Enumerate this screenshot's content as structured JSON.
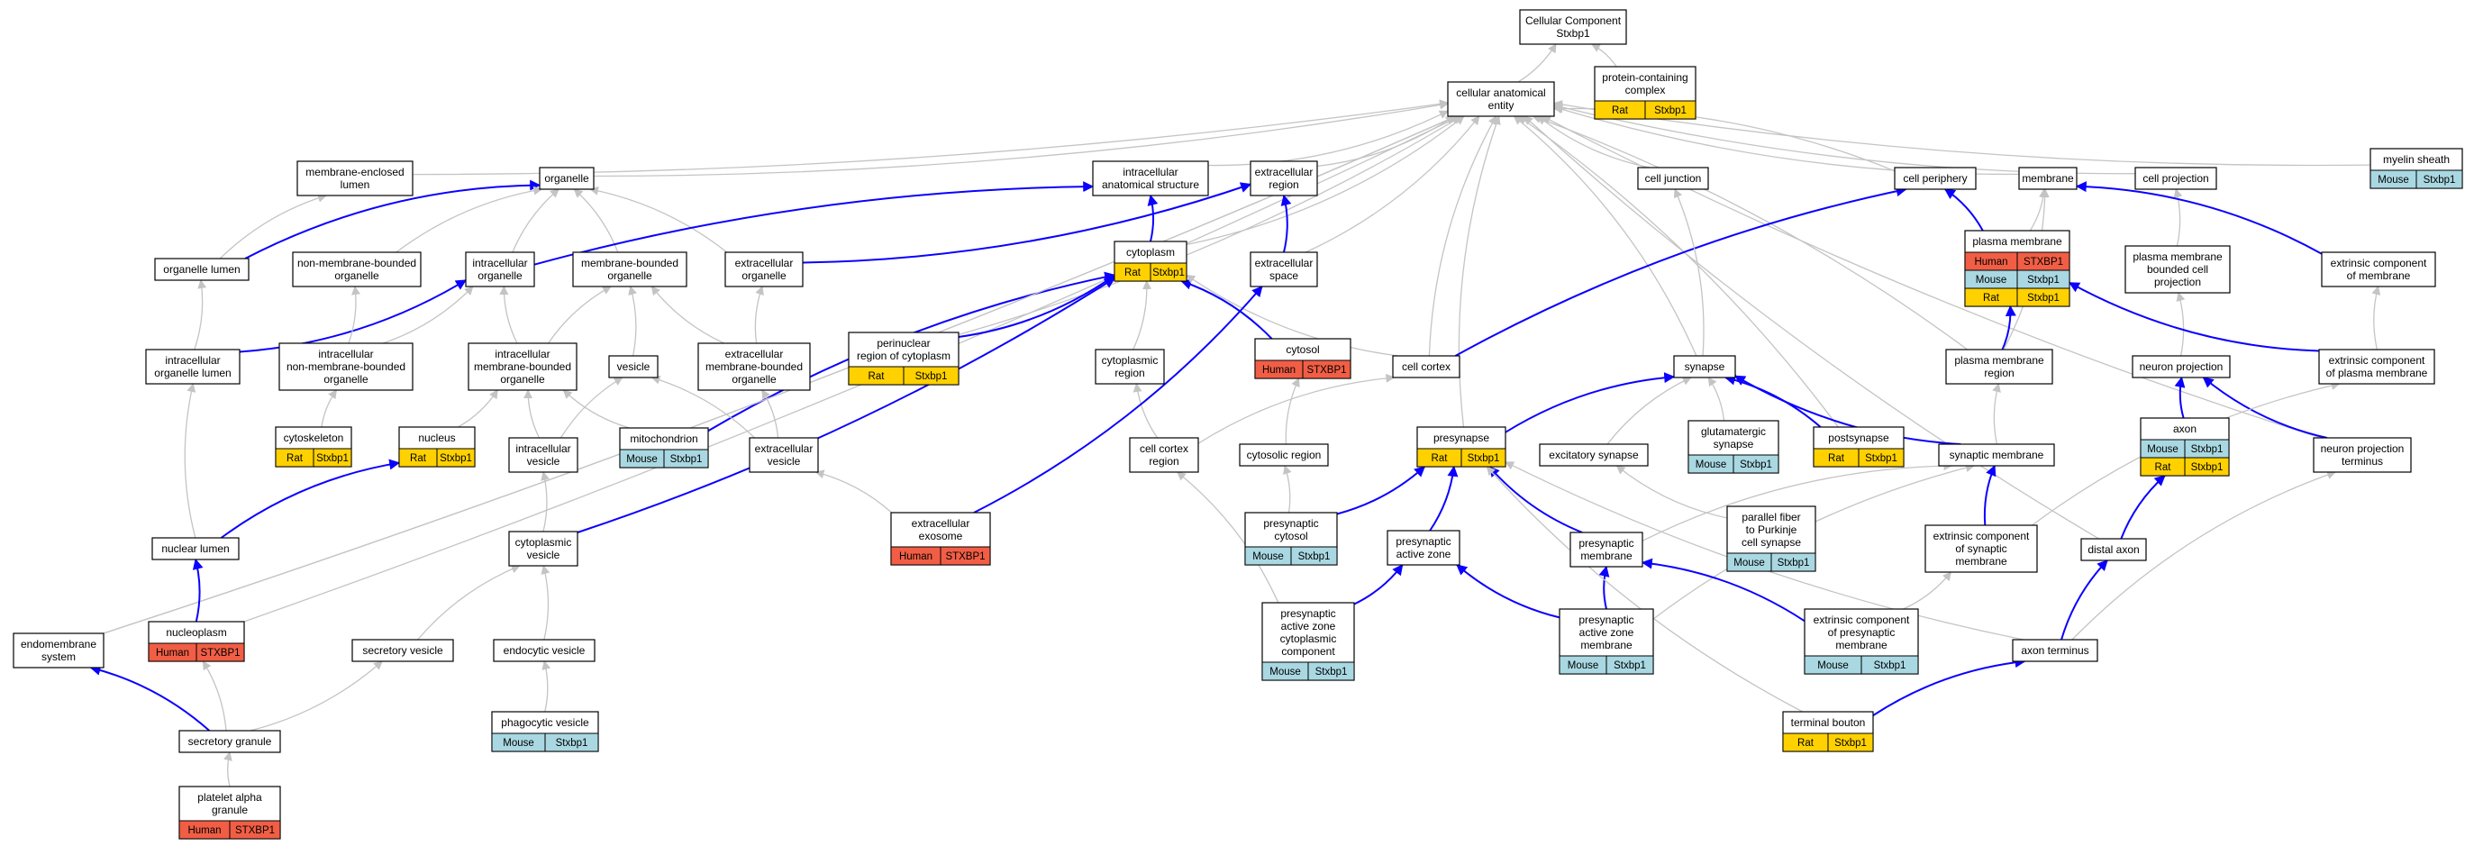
{
  "colors": {
    "human": "#f15e45",
    "mouse": "#a9d8e2",
    "rat": "#ffd100",
    "edge_isa": "#c4c4c4",
    "edge_partof": "#0a00ff"
  },
  "nodes": [
    {
      "id": "cc_root",
      "lines": [
        "Cellular Component",
        "Stxbp1"
      ]
    },
    {
      "id": "pcc",
      "lines": [
        "protein-containing",
        "complex"
      ],
      "annots": [
        {
          "sp": "Rat",
          "gene": "Stxbp1"
        }
      ]
    },
    {
      "id": "cae",
      "lines": [
        "cellular anatomical",
        "entity"
      ]
    },
    {
      "id": "mel",
      "lines": [
        "membrane-enclosed",
        "lumen"
      ]
    },
    {
      "id": "organelle",
      "lines": [
        "organelle"
      ]
    },
    {
      "id": "ias",
      "lines": [
        "intracellular",
        "anatomical structure"
      ]
    },
    {
      "id": "exreg",
      "lines": [
        "extracellular",
        "region"
      ]
    },
    {
      "id": "celljunc",
      "lines": [
        "cell junction"
      ]
    },
    {
      "id": "cellper",
      "lines": [
        "cell periphery"
      ]
    },
    {
      "id": "membrane",
      "lines": [
        "membrane"
      ]
    },
    {
      "id": "cellproj",
      "lines": [
        "cell projection"
      ]
    },
    {
      "id": "myelin",
      "lines": [
        "myelin sheath"
      ],
      "annots": [
        {
          "sp": "Mouse",
          "gene": "Stxbp1"
        }
      ]
    },
    {
      "id": "orglumen",
      "lines": [
        "organelle lumen"
      ]
    },
    {
      "id": "nmbo",
      "lines": [
        "non-membrane-bounded",
        "organelle"
      ]
    },
    {
      "id": "intorg",
      "lines": [
        "intracellular",
        "organelle"
      ]
    },
    {
      "id": "mbo",
      "lines": [
        "membrane-bounded",
        "organelle"
      ]
    },
    {
      "id": "exorg",
      "lines": [
        "extracellular",
        "organelle"
      ]
    },
    {
      "id": "cytoplasm",
      "lines": [
        "cytoplasm"
      ],
      "annots": [
        {
          "sp": "Rat",
          "gene": "Stxbp1"
        }
      ]
    },
    {
      "id": "exspace",
      "lines": [
        "extracellular",
        "space"
      ]
    },
    {
      "id": "plasmamem",
      "lines": [
        "plasma membrane"
      ],
      "annots": [
        {
          "sp": "Human",
          "gene": "STXBP1"
        },
        {
          "sp": "Mouse",
          "gene": "Stxbp1"
        },
        {
          "sp": "Rat",
          "gene": "Stxbp1"
        }
      ]
    },
    {
      "id": "pmbcp",
      "lines": [
        "plasma membrane",
        "bounded cell",
        "projection"
      ]
    },
    {
      "id": "ecm",
      "lines": [
        "extrinsic component",
        "of membrane"
      ]
    },
    {
      "id": "iol",
      "lines": [
        "intracellular",
        "organelle lumen"
      ]
    },
    {
      "id": "inmbo",
      "lines": [
        "intracellular",
        "non-membrane-bounded",
        "organelle"
      ]
    },
    {
      "id": "imbo",
      "lines": [
        "intracellular",
        "membrane-bounded",
        "organelle"
      ]
    },
    {
      "id": "vesicle",
      "lines": [
        "vesicle"
      ]
    },
    {
      "id": "embo",
      "lines": [
        "extracellular",
        "membrane-bounded",
        "organelle"
      ]
    },
    {
      "id": "perinuc",
      "lines": [
        "perinuclear",
        "region of cytoplasm"
      ],
      "annots": [
        {
          "sp": "Rat",
          "gene": "Stxbp1"
        }
      ]
    },
    {
      "id": "cytoreg",
      "lines": [
        "cytoplasmic",
        "region"
      ]
    },
    {
      "id": "cytosol",
      "lines": [
        "cytosol"
      ],
      "annots": [
        {
          "sp": "Human",
          "gene": "STXBP1"
        }
      ]
    },
    {
      "id": "cellcortex",
      "lines": [
        "cell cortex"
      ]
    },
    {
      "id": "synapse",
      "lines": [
        "synapse"
      ]
    },
    {
      "id": "pmreg",
      "lines": [
        "plasma membrane",
        "region"
      ]
    },
    {
      "id": "neuproj",
      "lines": [
        "neuron projection"
      ]
    },
    {
      "id": "ecpm",
      "lines": [
        "extrinsic component",
        "of plasma membrane"
      ]
    },
    {
      "id": "cytoskel",
      "lines": [
        "cytoskeleton"
      ],
      "annots": [
        {
          "sp": "Rat",
          "gene": "Stxbp1"
        }
      ]
    },
    {
      "id": "nucleus",
      "lines": [
        "nucleus"
      ],
      "annots": [
        {
          "sp": "Rat",
          "gene": "Stxbp1"
        }
      ]
    },
    {
      "id": "mito",
      "lines": [
        "mitochondrion"
      ],
      "annots": [
        {
          "sp": "Mouse",
          "gene": "Stxbp1"
        }
      ]
    },
    {
      "id": "intves",
      "lines": [
        "intracellular",
        "vesicle"
      ]
    },
    {
      "id": "exves",
      "lines": [
        "extracellular",
        "vesicle"
      ]
    },
    {
      "id": "ccortreg",
      "lines": [
        "cell cortex",
        "region"
      ]
    },
    {
      "id": "cytosolreg",
      "lines": [
        "cytosolic region"
      ]
    },
    {
      "id": "presyn",
      "lines": [
        "presynapse"
      ],
      "annots": [
        {
          "sp": "Rat",
          "gene": "Stxbp1"
        }
      ]
    },
    {
      "id": "excsyn",
      "lines": [
        "excitatory synapse"
      ]
    },
    {
      "id": "gluts",
      "lines": [
        "glutamatergic",
        "synapse"
      ],
      "annots": [
        {
          "sp": "Mouse",
          "gene": "Stxbp1"
        }
      ]
    },
    {
      "id": "postsyn",
      "lines": [
        "postsynapse"
      ],
      "annots": [
        {
          "sp": "Rat",
          "gene": "Stxbp1"
        }
      ]
    },
    {
      "id": "synmem",
      "lines": [
        "synaptic membrane"
      ]
    },
    {
      "id": "axon",
      "lines": [
        "axon"
      ],
      "annots": [
        {
          "sp": "Mouse",
          "gene": "Stxbp1"
        },
        {
          "sp": "Rat",
          "gene": "Stxbp1"
        }
      ]
    },
    {
      "id": "npterm",
      "lines": [
        "neuron projection",
        "terminus"
      ]
    },
    {
      "id": "nuclumen",
      "lines": [
        "nuclear lumen"
      ]
    },
    {
      "id": "cytoves",
      "lines": [
        "cytoplasmic",
        "vesicle"
      ]
    },
    {
      "id": "exosome",
      "lines": [
        "extracellular",
        "exosome"
      ],
      "annots": [
        {
          "sp": "Human",
          "gene": "STXBP1"
        }
      ]
    },
    {
      "id": "precyto",
      "lines": [
        "presynaptic",
        "cytosol"
      ],
      "annots": [
        {
          "sp": "Mouse",
          "gene": "Stxbp1"
        }
      ]
    },
    {
      "id": "paz",
      "lines": [
        "presynaptic",
        "active zone"
      ]
    },
    {
      "id": "premem",
      "lines": [
        "presynaptic",
        "membrane"
      ]
    },
    {
      "id": "pfpc",
      "lines": [
        "parallel fiber",
        "to Purkinje",
        "cell synapse"
      ],
      "annots": [
        {
          "sp": "Mouse",
          "gene": "Stxbp1"
        }
      ]
    },
    {
      "id": "ecsm",
      "lines": [
        "extrinsic component",
        "of synaptic",
        "membrane"
      ]
    },
    {
      "id": "distaxon",
      "lines": [
        "distal axon"
      ]
    },
    {
      "id": "endomem",
      "lines": [
        "endomembrane",
        "system"
      ]
    },
    {
      "id": "nucleoplasm",
      "lines": [
        "nucleoplasm"
      ],
      "annots": [
        {
          "sp": "Human",
          "gene": "STXBP1"
        }
      ]
    },
    {
      "id": "secves",
      "lines": [
        "secretory vesicle"
      ]
    },
    {
      "id": "endoves",
      "lines": [
        "endocytic vesicle"
      ]
    },
    {
      "id": "pazcc",
      "lines": [
        "presynaptic",
        "active zone",
        "cytoplasmic",
        "component"
      ],
      "annots": [
        {
          "sp": "Mouse",
          "gene": "Stxbp1"
        }
      ]
    },
    {
      "id": "pazm",
      "lines": [
        "presynaptic",
        "active zone",
        "membrane"
      ],
      "annots": [
        {
          "sp": "Mouse",
          "gene": "Stxbp1"
        }
      ]
    },
    {
      "id": "ecpresm",
      "lines": [
        "extrinsic component",
        "of presynaptic",
        "membrane"
      ],
      "annots": [
        {
          "sp": "Mouse",
          "gene": "Stxbp1"
        }
      ]
    },
    {
      "id": "axterm",
      "lines": [
        "axon terminus"
      ]
    },
    {
      "id": "secgran",
      "lines": [
        "secretory granule"
      ]
    },
    {
      "id": "phagves",
      "lines": [
        "phagocytic vesicle"
      ],
      "annots": [
        {
          "sp": "Mouse",
          "gene": "Stxbp1"
        }
      ]
    },
    {
      "id": "termbouton",
      "lines": [
        "terminal bouton"
      ],
      "annots": [
        {
          "sp": "Rat",
          "gene": "Stxbp1"
        }
      ]
    },
    {
      "id": "platelet",
      "lines": [
        "platelet alpha",
        "granule"
      ],
      "annots": [
        {
          "sp": "Human",
          "gene": "STXBP1"
        }
      ]
    }
  ],
  "edges": [
    {
      "from": "cae",
      "to": "cc_root",
      "type": "is_a"
    },
    {
      "from": "pcc",
      "to": "cc_root",
      "type": "is_a"
    },
    {
      "from": "mel",
      "to": "cae",
      "type": "is_a"
    },
    {
      "from": "organelle",
      "to": "cae",
      "type": "is_a"
    },
    {
      "from": "ias",
      "to": "cae",
      "type": "is_a"
    },
    {
      "from": "exreg",
      "to": "cae",
      "type": "is_a"
    },
    {
      "from": "celljunc",
      "to": "cae",
      "type": "is_a"
    },
    {
      "from": "cellper",
      "to": "cae",
      "type": "is_a"
    },
    {
      "from": "membrane",
      "to": "cae",
      "type": "is_a"
    },
    {
      "from": "cellproj",
      "to": "cae",
      "type": "is_a"
    },
    {
      "from": "myelin",
      "to": "cae",
      "type": "is_a"
    },
    {
      "from": "endomem",
      "to": "cae",
      "type": "is_a"
    },
    {
      "from": "nucleoplasm",
      "to": "cae",
      "type": "is_a"
    },
    {
      "from": "perinuc",
      "to": "cae",
      "type": "is_a"
    },
    {
      "from": "exspace",
      "to": "cae",
      "type": "is_a"
    },
    {
      "from": "cellcortex",
      "to": "cae",
      "type": "is_a"
    },
    {
      "from": "presyn",
      "to": "cae",
      "type": "is_a"
    },
    {
      "from": "synapse",
      "to": "cae",
      "type": "is_a"
    },
    {
      "from": "pmreg",
      "to": "cae",
      "type": "is_a"
    },
    {
      "from": "postsyn",
      "to": "cae",
      "type": "is_a"
    },
    {
      "from": "npterm",
      "to": "cae",
      "type": "is_a"
    },
    {
      "from": "distaxon",
      "to": "cae",
      "type": "is_a"
    },
    {
      "from": "cytoplasm",
      "to": "cae",
      "type": "is_a"
    },
    {
      "from": "orglumen",
      "to": "mel",
      "type": "is_a"
    },
    {
      "from": "orglumen",
      "to": "organelle",
      "type": "part_of"
    },
    {
      "from": "nmbo",
      "to": "organelle",
      "type": "is_a"
    },
    {
      "from": "intorg",
      "to": "organelle",
      "type": "is_a"
    },
    {
      "from": "mbo",
      "to": "organelle",
      "type": "is_a"
    },
    {
      "from": "exorg",
      "to": "organelle",
      "type": "is_a"
    },
    {
      "from": "intorg",
      "to": "ias",
      "type": "part_of"
    },
    {
      "from": "exorg",
      "to": "exreg",
      "type": "part_of"
    },
    {
      "from": "cytoplasm",
      "to": "ias",
      "type": "part_of"
    },
    {
      "from": "exspace",
      "to": "exreg",
      "type": "part_of"
    },
    {
      "from": "plasmamem",
      "to": "cellper",
      "type": "part_of"
    },
    {
      "from": "plasmamem",
      "to": "membrane",
      "type": "is_a"
    },
    {
      "from": "pmbcp",
      "to": "cellproj",
      "type": "is_a"
    },
    {
      "from": "ecm",
      "to": "membrane",
      "type": "part_of"
    },
    {
      "from": "iol",
      "to": "orglumen",
      "type": "is_a"
    },
    {
      "from": "iol",
      "to": "intorg",
      "type": "part_of"
    },
    {
      "from": "inmbo",
      "to": "nmbo",
      "type": "is_a"
    },
    {
      "from": "inmbo",
      "to": "intorg",
      "type": "is_a"
    },
    {
      "from": "imbo",
      "to": "intorg",
      "type": "is_a"
    },
    {
      "from": "imbo",
      "to": "mbo",
      "type": "is_a"
    },
    {
      "from": "vesicle",
      "to": "mbo",
      "type": "is_a"
    },
    {
      "from": "embo",
      "to": "mbo",
      "type": "is_a"
    },
    {
      "from": "embo",
      "to": "exorg",
      "type": "is_a"
    },
    {
      "from": "perinuc",
      "to": "cytoplasm",
      "type": "part_of"
    },
    {
      "from": "cytoreg",
      "to": "cytoplasm",
      "type": "is_a"
    },
    {
      "from": "cytosol",
      "to": "cytoplasm",
      "type": "part_of"
    },
    {
      "from": "cellcortex",
      "to": "cellper",
      "type": "part_of"
    },
    {
      "from": "cellcortex",
      "to": "cytoplasm",
      "type": "is_a"
    },
    {
      "from": "synapse",
      "to": "celljunc",
      "type": "is_a"
    },
    {
      "from": "pmreg",
      "to": "plasmamem",
      "type": "part_of"
    },
    {
      "from": "pmreg",
      "to": "membrane",
      "type": "is_a"
    },
    {
      "from": "neuproj",
      "to": "pmbcp",
      "type": "is_a"
    },
    {
      "from": "ecpm",
      "to": "plasmamem",
      "type": "part_of"
    },
    {
      "from": "ecpm",
      "to": "ecm",
      "type": "is_a"
    },
    {
      "from": "cytoskel",
      "to": "inmbo",
      "type": "is_a"
    },
    {
      "from": "nucleus",
      "to": "imbo",
      "type": "is_a"
    },
    {
      "from": "mito",
      "to": "imbo",
      "type": "is_a"
    },
    {
      "from": "mito",
      "to": "cytoplasm",
      "type": "part_of"
    },
    {
      "from": "intves",
      "to": "imbo",
      "type": "is_a"
    },
    {
      "from": "intves",
      "to": "vesicle",
      "type": "is_a"
    },
    {
      "from": "exves",
      "to": "embo",
      "type": "is_a"
    },
    {
      "from": "exves",
      "to": "vesicle",
      "type": "is_a"
    },
    {
      "from": "ccortreg",
      "to": "cytoreg",
      "type": "is_a"
    },
    {
      "from": "ccortreg",
      "to": "cellcortex",
      "type": "is_a"
    },
    {
      "from": "cytosolreg",
      "to": "cytosol",
      "type": "is_a"
    },
    {
      "from": "presyn",
      "to": "synapse",
      "type": "part_of"
    },
    {
      "from": "excsyn",
      "to": "synapse",
      "type": "is_a"
    },
    {
      "from": "gluts",
      "to": "synapse",
      "type": "is_a"
    },
    {
      "from": "postsyn",
      "to": "synapse",
      "type": "part_of"
    },
    {
      "from": "synmem",
      "to": "synapse",
      "type": "part_of"
    },
    {
      "from": "synmem",
      "to": "pmreg",
      "type": "is_a"
    },
    {
      "from": "axon",
      "to": "neuproj",
      "type": "part_of"
    },
    {
      "from": "npterm",
      "to": "neuproj",
      "type": "part_of"
    },
    {
      "from": "nuclumen",
      "to": "nucleus",
      "type": "part_of"
    },
    {
      "from": "nuclumen",
      "to": "iol",
      "type": "is_a"
    },
    {
      "from": "cytoves",
      "to": "intves",
      "type": "is_a"
    },
    {
      "from": "cytoves",
      "to": "cytoplasm",
      "type": "part_of"
    },
    {
      "from": "exosome",
      "to": "exves",
      "type": "is_a"
    },
    {
      "from": "exosome",
      "to": "exspace",
      "type": "part_of"
    },
    {
      "from": "precyto",
      "to": "cytosolreg",
      "type": "is_a"
    },
    {
      "from": "precyto",
      "to": "presyn",
      "type": "part_of"
    },
    {
      "from": "paz",
      "to": "presyn",
      "type": "part_of"
    },
    {
      "from": "premem",
      "to": "presyn",
      "type": "part_of"
    },
    {
      "from": "premem",
      "to": "synmem",
      "type": "is_a"
    },
    {
      "from": "pfpc",
      "to": "excsyn",
      "type": "is_a"
    },
    {
      "from": "ecsm",
      "to": "synmem",
      "type": "part_of"
    },
    {
      "from": "ecsm",
      "to": "ecpm",
      "type": "is_a"
    },
    {
      "from": "distaxon",
      "to": "axon",
      "type": "part_of"
    },
    {
      "from": "endomem",
      "to": "cae",
      "type": "is_a"
    },
    {
      "from": "nucleoplasm",
      "to": "nuclumen",
      "type": "part_of"
    },
    {
      "from": "secves",
      "to": "cytoves",
      "type": "is_a"
    },
    {
      "from": "endoves",
      "to": "cytoves",
      "type": "is_a"
    },
    {
      "from": "pazcc",
      "to": "paz",
      "type": "part_of"
    },
    {
      "from": "pazcc",
      "to": "ccortreg",
      "type": "is_a"
    },
    {
      "from": "pazm",
      "to": "paz",
      "type": "part_of"
    },
    {
      "from": "pazm",
      "to": "premem",
      "type": "part_of"
    },
    {
      "from": "pazm",
      "to": "synmem",
      "type": "is_a"
    },
    {
      "from": "ecpresm",
      "to": "premem",
      "type": "part_of"
    },
    {
      "from": "ecpresm",
      "to": "ecsm",
      "type": "is_a"
    },
    {
      "from": "axterm",
      "to": "distaxon",
      "type": "part_of"
    },
    {
      "from": "axterm",
      "to": "npterm",
      "type": "is_a"
    },
    {
      "from": "axterm",
      "to": "presyn",
      "type": "is_a"
    },
    {
      "from": "secgran",
      "to": "endomem",
      "type": "part_of"
    },
    {
      "from": "secgran",
      "to": "secves",
      "type": "is_a"
    },
    {
      "from": "secgran",
      "to": "nucleoplasm",
      "type": "is_a"
    },
    {
      "from": "phagves",
      "to": "endoves",
      "type": "is_a"
    },
    {
      "from": "termbouton",
      "to": "axterm",
      "type": "part_of"
    },
    {
      "from": "termbouton",
      "to": "presyn",
      "type": "is_a"
    },
    {
      "from": "platelet",
      "to": "secgran",
      "type": "is_a"
    }
  ]
}
